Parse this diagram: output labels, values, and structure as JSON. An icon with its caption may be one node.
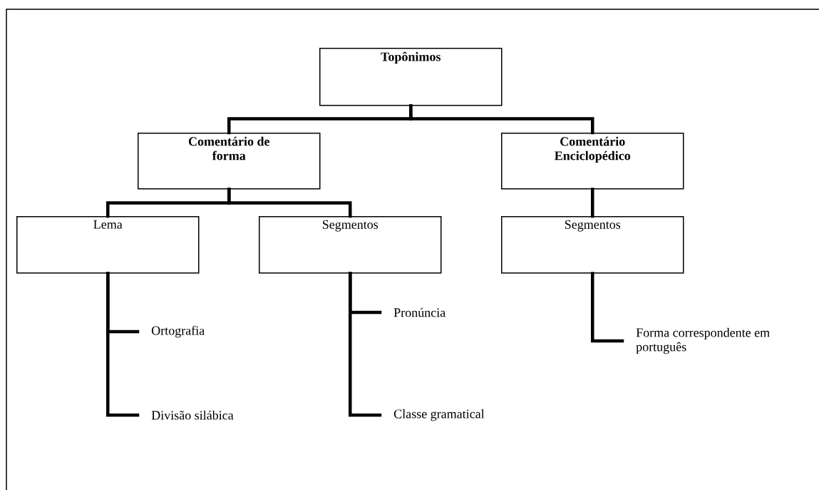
{
  "diagram": {
    "nodes": [
      {
        "text": [
          "Topônimos"
        ]
      },
      {
        "text": [
          "Comentário de forma"
        ]
      },
      {
        "text": [
          "Comentário Enciclopédico"
        ]
      },
      {
        "text": [
          "Lema"
        ]
      },
      {
        "text": [
          "Segmentos"
        ]
      },
      {
        "text": [
          "Segmentos"
        ]
      },
      {
        "text": [
          "Ortografia"
        ]
      },
      {
        "text": [
          "Divisão silábica"
        ]
      },
      {
        "text": [
          "Pronúncia"
        ]
      },
      {
        "text": [
          "Classe gramatical"
        ]
      },
      {
        "text": [
          "Forma correspondente em português"
        ]
      }
    ],
    "edges": [
      {
        "from": 0,
        "to": 1,
        "arrow": "none"
      },
      {
        "from": 0,
        "to": 2,
        "arrow": "none"
      },
      {
        "from": 1,
        "to": 3,
        "arrow": "none"
      },
      {
        "from": 1,
        "to": 4,
        "arrow": "none"
      },
      {
        "from": 2,
        "to": 5,
        "arrow": "none"
      },
      {
        "from": 3,
        "to": 6,
        "arrow": "none"
      },
      {
        "from": 3,
        "to": 7,
        "arrow": "none"
      },
      {
        "from": 4,
        "to": 8,
        "arrow": "none"
      },
      {
        "from": 4,
        "to": 9,
        "arrow": "none"
      },
      {
        "from": 5,
        "to": 10,
        "arrow": "none"
      }
    ]
  }
}
